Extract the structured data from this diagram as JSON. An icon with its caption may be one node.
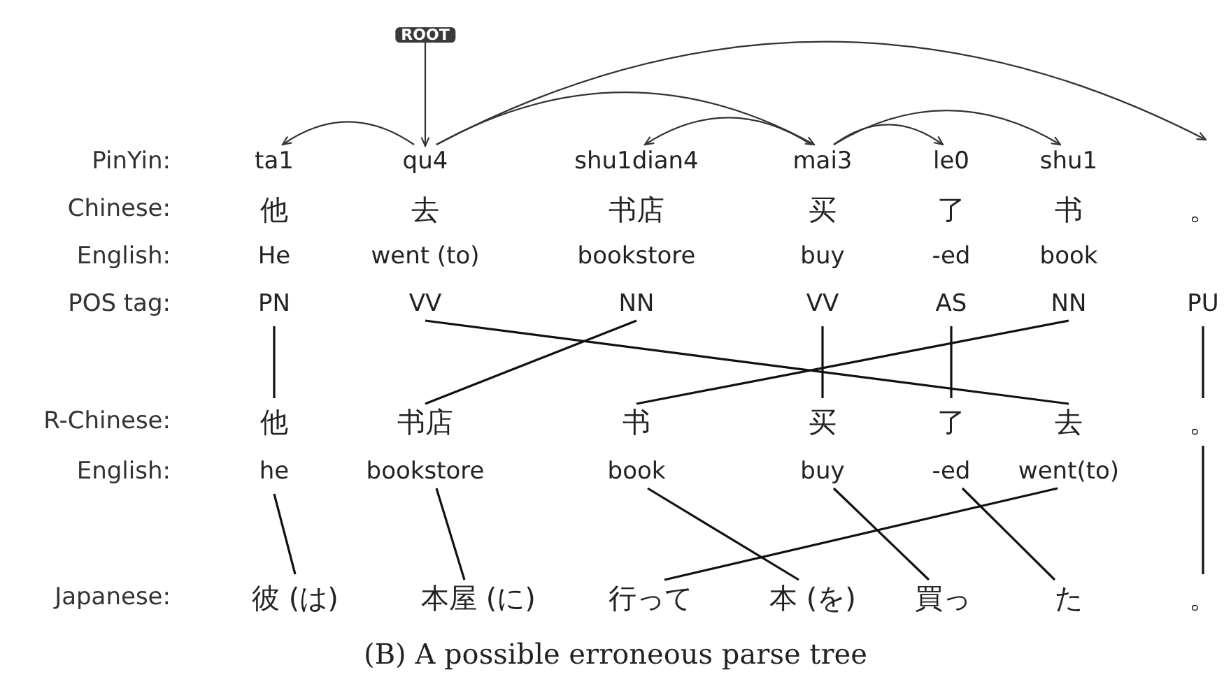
{
  "diagram": {
    "caption": "(B) A possible erroneous parse tree",
    "nodes": [
      {
        "text": [
          "ROOT"
        ]
      },
      {
        "text": [
          "ta1"
        ]
      },
      {
        "text": [
          "qu4"
        ]
      },
      {
        "text": [
          "shu1dian4"
        ]
      },
      {
        "text": [
          "mai3"
        ]
      },
      {
        "text": [
          "le0"
        ]
      },
      {
        "text": [
          "shu1"
        ]
      },
      {
        "text": [
          "PN"
        ]
      },
      {
        "text": [
          "VV"
        ]
      },
      {
        "text": [
          "NN"
        ]
      },
      {
        "text": [
          "VV"
        ]
      },
      {
        "text": [
          "AS"
        ]
      },
      {
        "text": [
          "NN"
        ]
      },
      {
        "text": [
          "PU"
        ]
      },
      {
        "text": [
          "他"
        ]
      },
      {
        "text": [
          "书店"
        ]
      },
      {
        "text": [
          "书"
        ]
      },
      {
        "text": [
          "买"
        ]
      },
      {
        "text": [
          "了"
        ]
      },
      {
        "text": [
          "去"
        ]
      },
      {
        "text": [
          "。"
        ]
      },
      {
        "text": [
          "he"
        ]
      },
      {
        "text": [
          "bookstore"
        ]
      },
      {
        "text": [
          "book"
        ]
      },
      {
        "text": [
          "buy"
        ]
      },
      {
        "text": [
          "-ed"
        ]
      },
      {
        "text": [
          "went(to)"
        ]
      },
      {
        "text": [
          "彼 (は)"
        ]
      },
      {
        "text": [
          "本屋 (に)"
        ]
      },
      {
        "text": [
          "行って"
        ]
      },
      {
        "text": [
          "本 (を)"
        ]
      },
      {
        "text": [
          "買っ"
        ]
      },
      {
        "text": [
          "た"
        ]
      },
      {
        "text": [
          "。"
        ]
      }
    ],
    "edges": [
      {
        "from": 0,
        "to": 2,
        "arrow": "to"
      },
      {
        "from": 2,
        "to": 1,
        "arrow": "to"
      },
      {
        "from": 2,
        "to": 4,
        "arrow": "to"
      },
      {
        "from": 2,
        "to": null,
        "arrow": "to"
      },
      {
        "from": 4,
        "to": 3,
        "arrow": "to"
      },
      {
        "from": 4,
        "to": 5,
        "arrow": "to"
      },
      {
        "from": 4,
        "to": 6,
        "arrow": "to"
      },
      {
        "from": 7,
        "to": 14,
        "arrow": "none"
      },
      {
        "from": 8,
        "to": 19,
        "arrow": "none"
      },
      {
        "from": 9,
        "to": 15,
        "arrow": "none"
      },
      {
        "from": 10,
        "to": 17,
        "arrow": "none"
      },
      {
        "from": 11,
        "to": 18,
        "arrow": "none"
      },
      {
        "from": 12,
        "to": 16,
        "arrow": "none"
      },
      {
        "from": 13,
        "to": 20,
        "arrow": "none"
      },
      {
        "from": 20,
        "to": 33,
        "arrow": "none"
      },
      {
        "from": 21,
        "to": 27,
        "arrow": "none"
      },
      {
        "from": 22,
        "to": 28,
        "arrow": "none"
      },
      {
        "from": 23,
        "to": 30,
        "arrow": "none"
      },
      {
        "from": 24,
        "to": 31,
        "arrow": "none"
      },
      {
        "from": 25,
        "to": 32,
        "arrow": "none"
      },
      {
        "from": 26,
        "to": 29,
        "arrow": "none"
      }
    ],
    "labels": [
      "PinYin:",
      "Chinese:",
      "他",
      "去",
      "书店",
      "买",
      "了",
      "书",
      "。",
      "English:",
      "He",
      "went (to)",
      "bookstore",
      "buy",
      "-ed",
      "book",
      "POS tag:",
      "R-Chinese:",
      "English:",
      "Japanese:"
    ]
  }
}
